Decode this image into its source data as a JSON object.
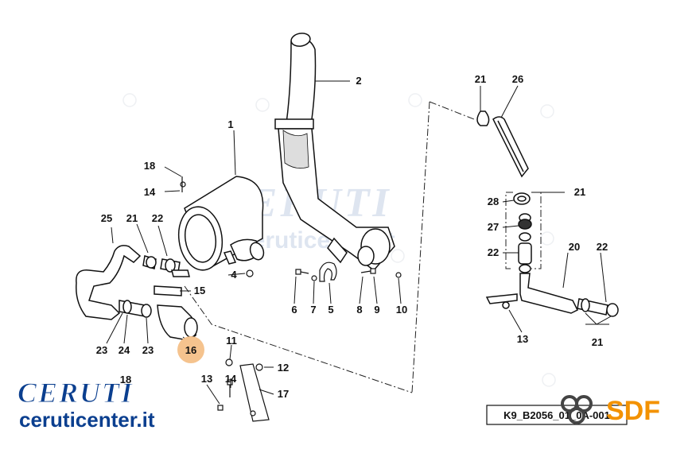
{
  "diagram": {
    "callouts": {
      "c1": "1",
      "c2": "2",
      "c4": "4",
      "c5": "5",
      "c6": "6",
      "c7": "7",
      "c8": "8",
      "c9": "9",
      "c10": "10",
      "c11": "11",
      "c12": "12",
      "c13a": "13",
      "c13b": "13",
      "c14a": "14",
      "c14b": "14",
      "c15": "15",
      "c16": "16",
      "c17": "17",
      "c18a": "18",
      "c18b": "18",
      "c20": "20",
      "c21a": "21",
      "c21b": "21",
      "c21c": "21",
      "c21d": "21",
      "c22a": "22",
      "c22b": "22",
      "c22c": "22",
      "c23a": "23",
      "c23b": "23",
      "c24": "24",
      "c25": "25",
      "c26": "26",
      "c27": "27",
      "c28": "28"
    },
    "highlight_color": "#f5c38e",
    "reference_code": "K9_B2056_01_0A-001"
  },
  "branding": {
    "dealer_name": "CERUTI",
    "dealer_site": "ceruticenter.it",
    "dealer_color": "#0b3f8f",
    "manufacturer": "SDF",
    "manufacturer_color": "#f39200",
    "watermark_name": "CERUTI",
    "watermark_site": "ceruticenter.it"
  }
}
